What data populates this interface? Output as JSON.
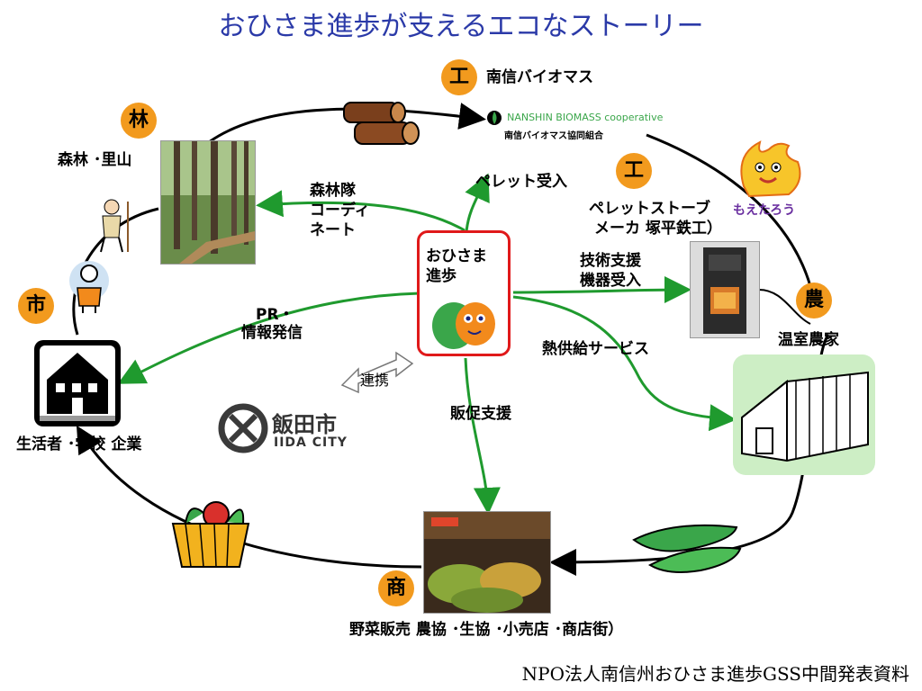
{
  "title": "おひさま進歩が支えるエコなストーリー",
  "footer": "NPO法人南信州おひさま進歩GSS中間発表資料",
  "center": {
    "line1": "おひさま",
    "line2": "進歩"
  },
  "badges": {
    "forest": "林",
    "industry_top": "工",
    "industry_right": "工",
    "agriculture": "農",
    "commerce": "商",
    "city": "市"
  },
  "nodes": {
    "forest": "森林 ･里山",
    "biomass": "南信バイオマス",
    "biomass_logo_en": "NANSHIN BIOMASS cooperative",
    "biomass_logo_jp": "南信バイオマス協同組合",
    "stove_maker_line1": "ペレットストーブ",
    "stove_maker_line2": "メーカ 塚平鉄工）",
    "greenhouse": "温室農家",
    "market": "野菜販売  農協 ･生協 ･小売店 ･商店街）",
    "city": "生活者 ･学校  企業",
    "iida_kanji": "飯田市",
    "iida_en": "IIDA CITY",
    "mascot_caption": "もえたろう"
  },
  "edges": {
    "pellet_accept": "ペレット受入",
    "forest_coord_1": "森林隊",
    "forest_coord_2": "コーディ",
    "forest_coord_3": "ネート",
    "tech_support_1": "技術支援",
    "tech_support_2": "機器受入",
    "heat_service": "熱供給サービス",
    "pr_1": "PR・",
    "pr_2": "情報発信",
    "cooperation": "連携",
    "sales_promo": "販促支援"
  },
  "colors": {
    "title": "#2b3aa8",
    "green_arrow": "#1f9a2e",
    "badge": "#f29a1e",
    "center_border": "#e0191a"
  }
}
